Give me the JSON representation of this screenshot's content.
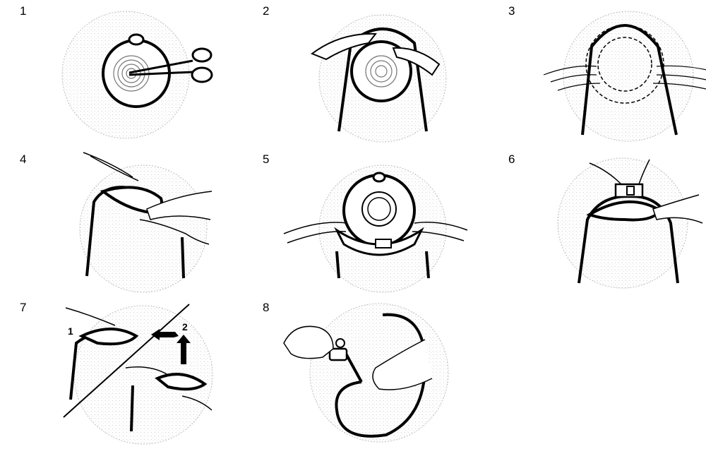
{
  "steps": [
    {
      "number": "1",
      "icon": "cut-opening-icon"
    },
    {
      "number": "2",
      "icon": "peel-backing-icon"
    },
    {
      "number": "3",
      "icon": "position-flange-icon"
    },
    {
      "number": "4",
      "icon": "press-edge-icon"
    },
    {
      "number": "5",
      "icon": "attach-bag-icon"
    },
    {
      "number": "6",
      "icon": "close-clip-icon"
    },
    {
      "number": "7",
      "icon": "remove-steps-icon",
      "sub_labels": [
        "1",
        "2"
      ]
    },
    {
      "number": "8",
      "icon": "drain-valve-icon"
    }
  ],
  "colors": {
    "ink": "#000000",
    "stipple": "#9a9a9a",
    "paper": "#ffffff"
  }
}
